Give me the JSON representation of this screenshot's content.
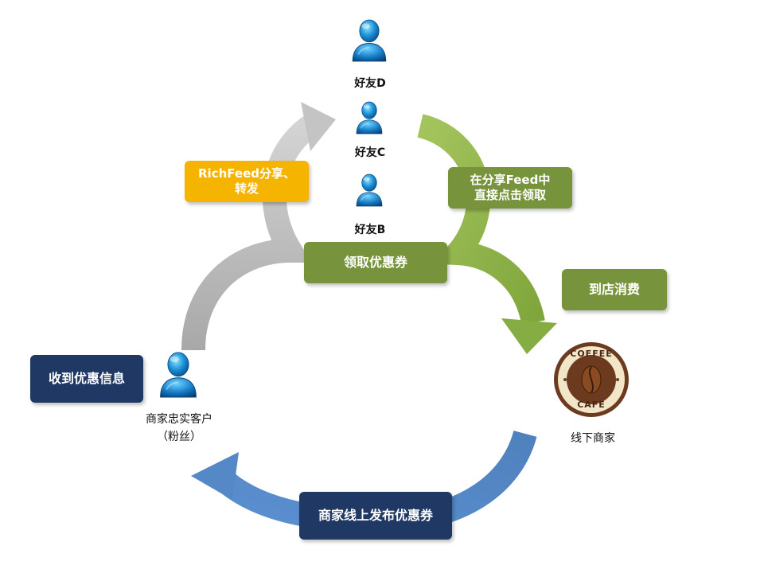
{
  "nodes": {
    "friend_d": "好友D",
    "friend_c": "好友C",
    "friend_b": "好友B",
    "customer_line1": "商家忠实客户",
    "customer_line2": "（粉丝）",
    "merchant": "线下商家"
  },
  "boxes": {
    "richfeed_line1": "RichFeed分享、",
    "richfeed_line2": "转发",
    "claim_feed_line1": "在分享Feed中",
    "claim_feed_line2": "直接点击领取",
    "get_coupon": "领取优惠券",
    "visit_store": "到店消费",
    "receive_info": "收到优惠信息",
    "publish": "商家线上发布优惠券"
  },
  "logo": {
    "top_text": "COFFEE",
    "bottom_text": "CAFE"
  },
  "colors": {
    "yellow": "#f5b400",
    "olive": "#77933c",
    "navy": "#1f3864",
    "gray_arrow": "#b8b8b8",
    "green_arrow": "#8fb44a",
    "blue_arrow": "#4a7ebb"
  }
}
